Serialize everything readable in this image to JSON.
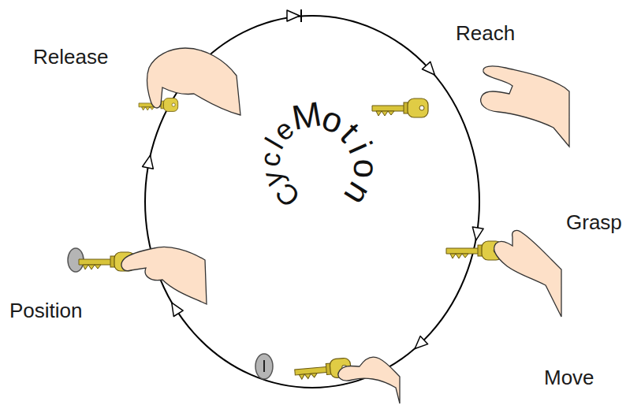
{
  "diagram": {
    "labels": [
      "Release",
      "Reach",
      "Grasp",
      "Position",
      "Move",
      "Cycle",
      "Motion"
    ]
  }
}
